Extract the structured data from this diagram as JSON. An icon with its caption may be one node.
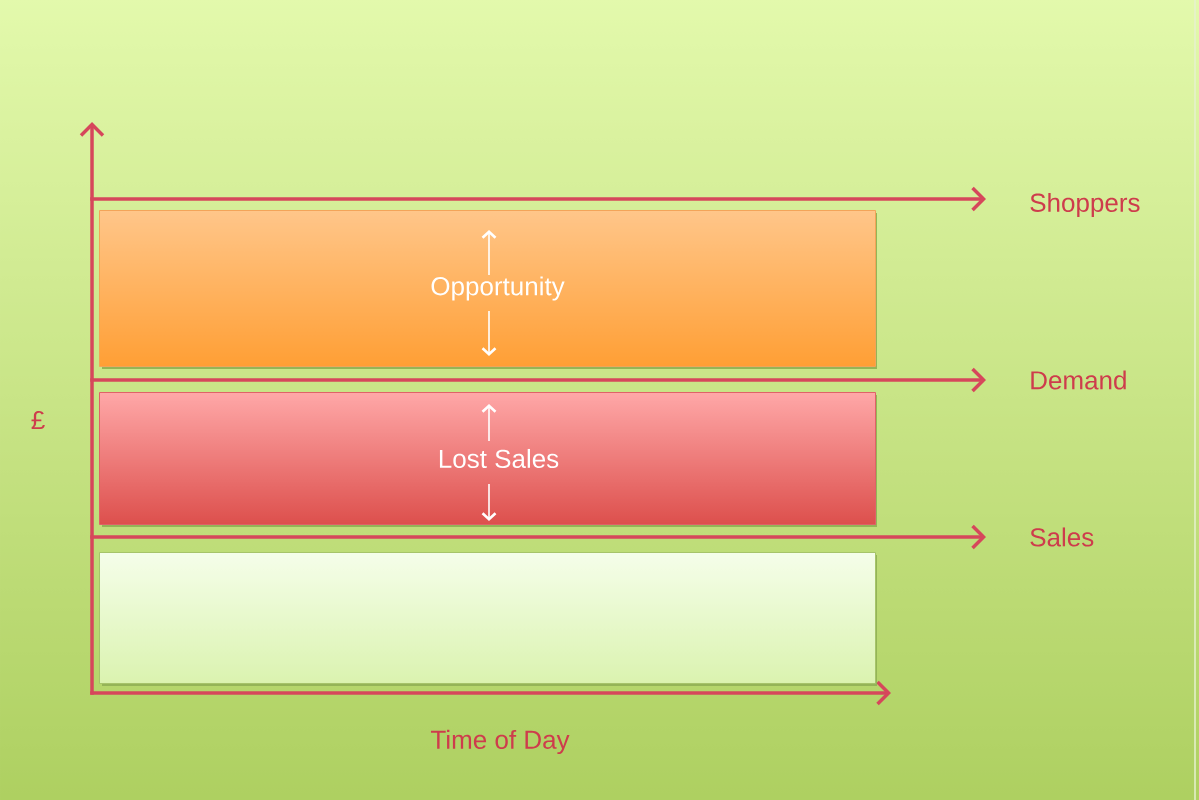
{
  "diagram": {
    "nodes": [
      {
        "text": [
          "Shoppers"
        ]
      },
      {
        "text": [
          "Opportunity"
        ]
      },
      {
        "text": [
          "Demand"
        ]
      },
      {
        "text": [
          "Lost Sales"
        ]
      },
      {
        "text": [
          "Sales"
        ]
      },
      {
        "text": [],
        "shape": "box"
      }
    ],
    "edges": [
      {
        "from": null,
        "to": 0,
        "arrow": "to"
      },
      {
        "from": null,
        "to": 2,
        "arrow": "to"
      },
      {
        "from": null,
        "to": 4,
        "arrow": "to"
      }
    ],
    "labels": [
      "£",
      "Time of Day"
    ]
  }
}
